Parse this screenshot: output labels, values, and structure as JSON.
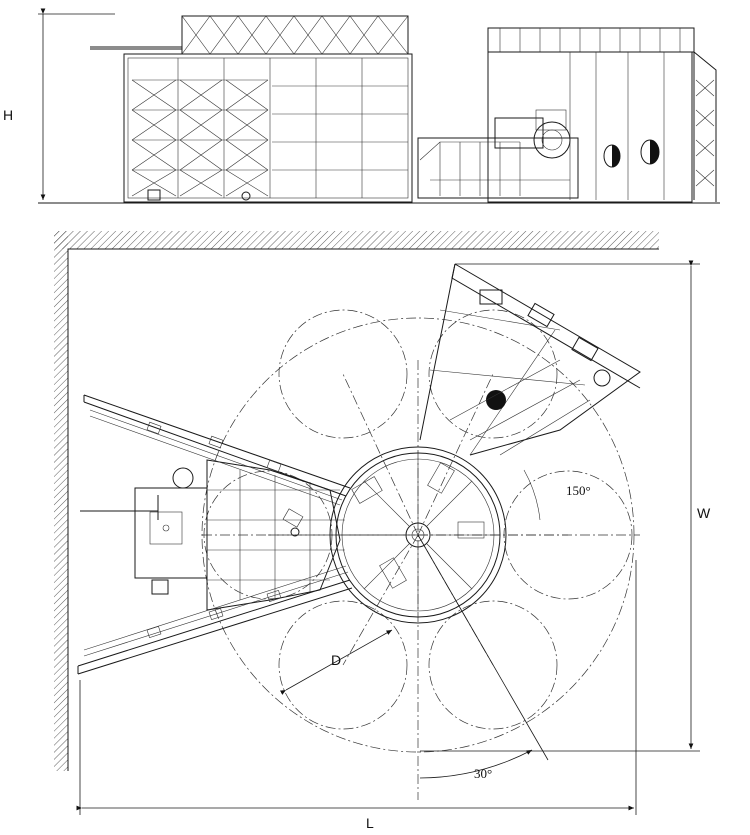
{
  "labels": {
    "height": "H",
    "width": "W",
    "length": "L",
    "diameter": "D",
    "angle_large": "150°",
    "angle_small": "30°"
  },
  "colors": {
    "line": "#1a1a1a",
    "background": "#ffffff"
  }
}
